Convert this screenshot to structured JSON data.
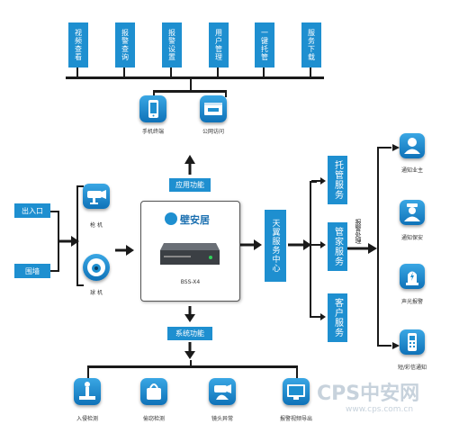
{
  "top_functions": [
    "视频查看",
    "报警查询",
    "报警设置",
    "用户管理",
    "一键托管",
    "服务下载"
  ],
  "access": {
    "mobile": "手机终端",
    "web": "公网访问"
  },
  "app_function_label": "应用功能",
  "system_function_label": "系统功能",
  "inputs": {
    "entrance": "出入口",
    "fence": "围墙"
  },
  "cameras": {
    "gun": "枪 机",
    "ball": "球 机"
  },
  "device": {
    "brand": "壁安居",
    "model": "BSS-X4"
  },
  "cloud_center": "天翼服务中心",
  "services": [
    "托管服务",
    "管家服务",
    "客户服务"
  ],
  "alarm_flow_label": "报警处理",
  "notify_items": [
    "通知业主",
    "通知保安",
    "声光报警",
    "短/彩信通知"
  ],
  "system_items": [
    "入侵检测",
    "偷窃检测",
    "镜头异常",
    "报警视频导出"
  ],
  "watermark": {
    "main": "CPS中安网",
    "url": "www.cps.com.cn"
  },
  "colors": {
    "accent": "#1e8fd0",
    "line": "#1a1a1a"
  }
}
